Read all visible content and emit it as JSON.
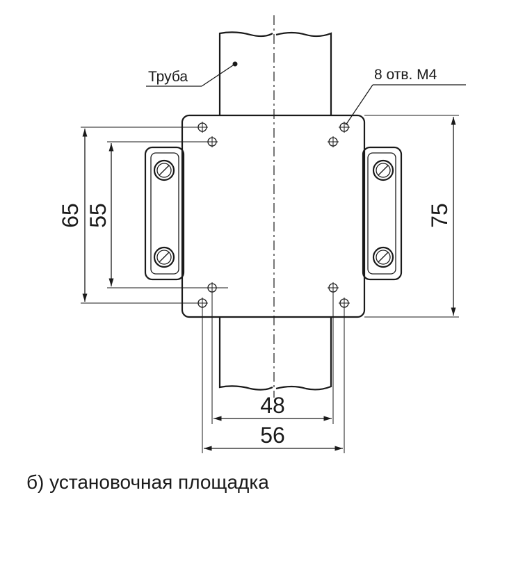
{
  "labels": {
    "pipe": "Труба",
    "holes": "8 отв. М4"
  },
  "dimensions": {
    "height_outer": "65",
    "height_inner": "55",
    "plate_height": "75",
    "width_inner": "48",
    "width_outer": "56"
  },
  "caption": "б) установочная площадка"
}
